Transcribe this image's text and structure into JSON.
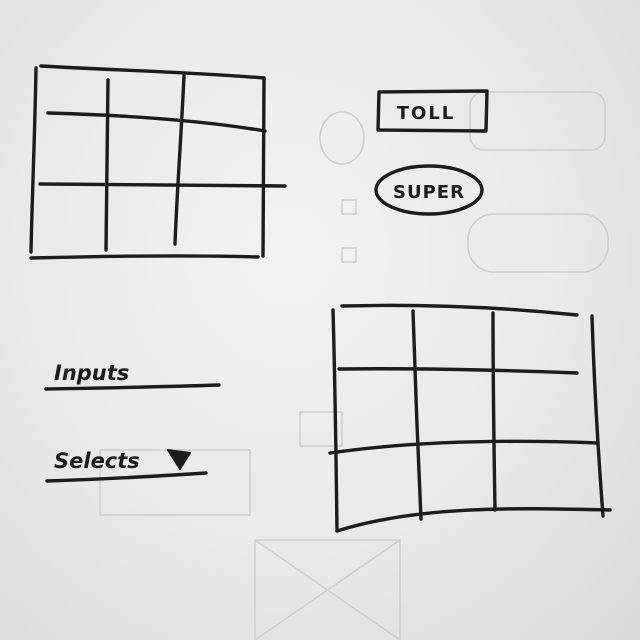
{
  "buttons": {
    "rect_label": "TOLL",
    "oval_label": "SUPER"
  },
  "form": {
    "input_label": "Inputs",
    "select_label": "Selects"
  },
  "icons": {
    "select_arrow": "triangle-down-icon"
  },
  "colors": {
    "ink": "#1c1c1c",
    "paper": "#ececec"
  }
}
